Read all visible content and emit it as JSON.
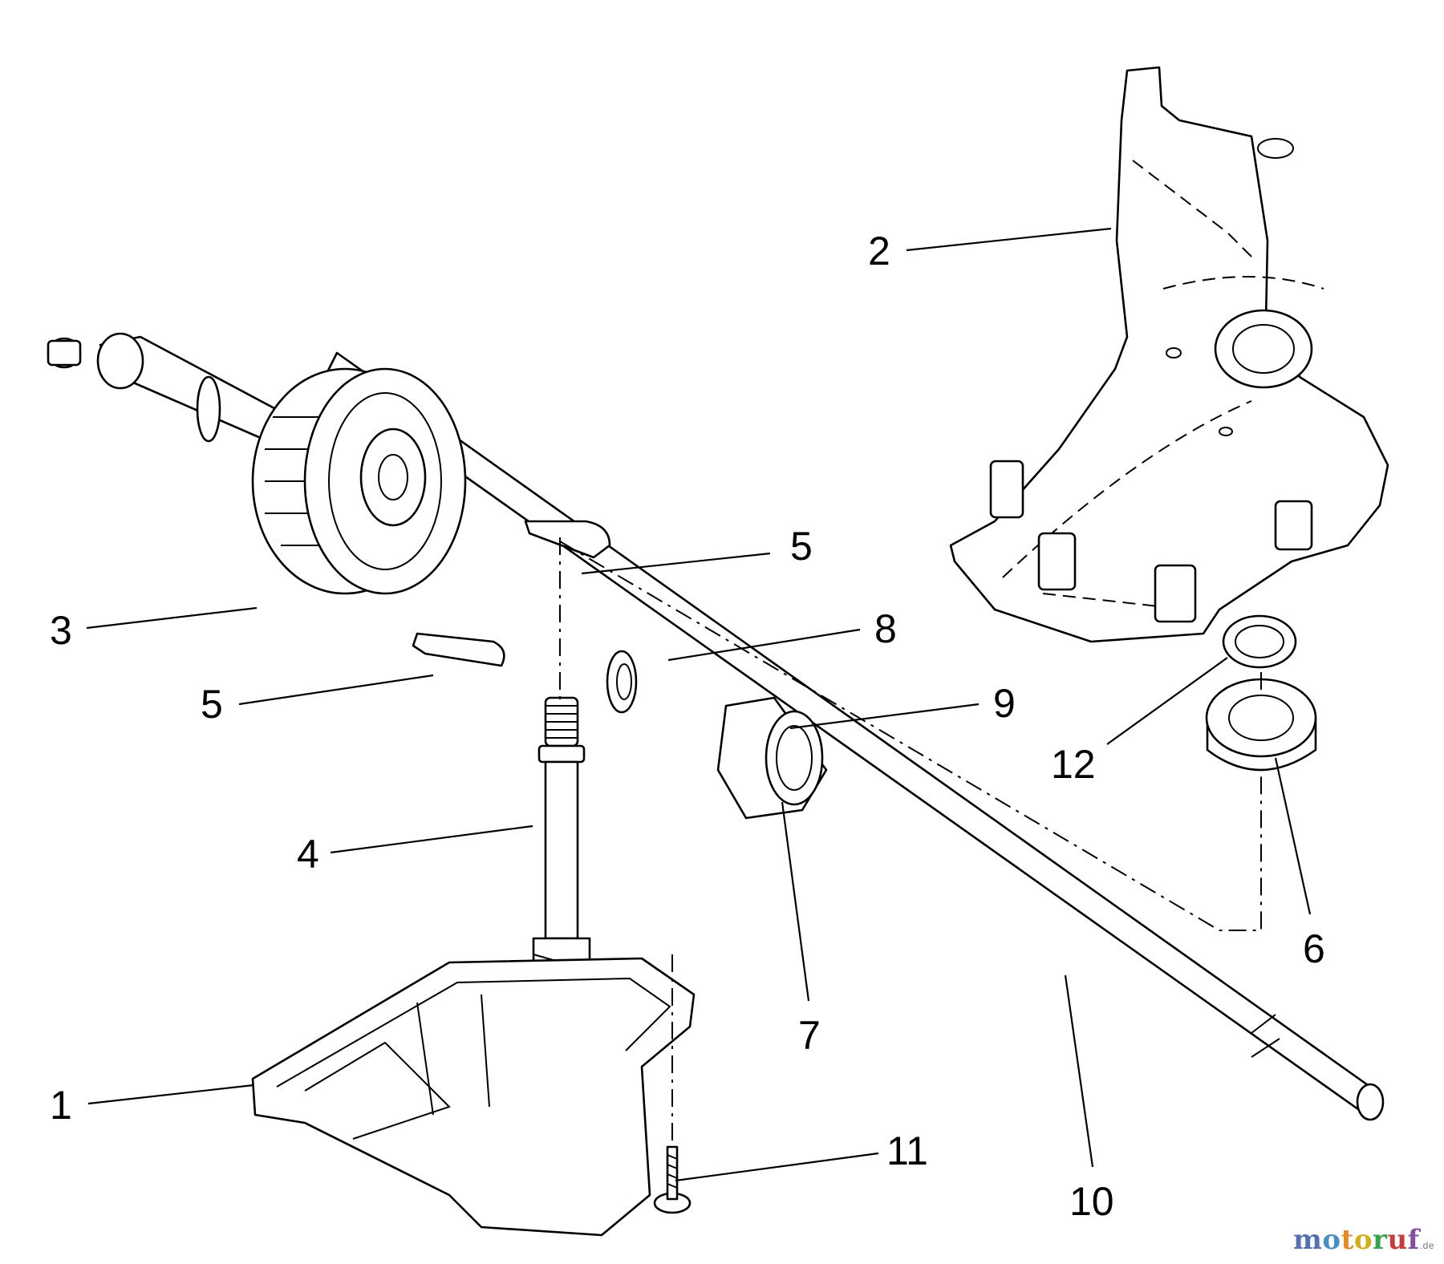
{
  "diagram": {
    "callouts": [
      {
        "id": "1",
        "label": "1"
      },
      {
        "id": "2",
        "label": "2"
      },
      {
        "id": "3",
        "label": "3"
      },
      {
        "id": "4",
        "label": "4"
      },
      {
        "id": "5a",
        "label": "5"
      },
      {
        "id": "5b",
        "label": "5"
      },
      {
        "id": "6",
        "label": "6"
      },
      {
        "id": "7",
        "label": "7"
      },
      {
        "id": "8",
        "label": "8"
      },
      {
        "id": "9",
        "label": "9"
      },
      {
        "id": "10",
        "label": "10"
      },
      {
        "id": "11",
        "label": "11"
      },
      {
        "id": "12",
        "label": "12"
      }
    ]
  },
  "watermark": {
    "letters": [
      "m",
      "o",
      "t",
      "o",
      "r",
      "u",
      "f"
    ],
    "colors": [
      "#5a6fb0",
      "#4a8fc0",
      "#e08a2a",
      "#d0b020",
      "#3aa050",
      "#c04040",
      "#8050a0"
    ],
    "tld": ".de"
  }
}
